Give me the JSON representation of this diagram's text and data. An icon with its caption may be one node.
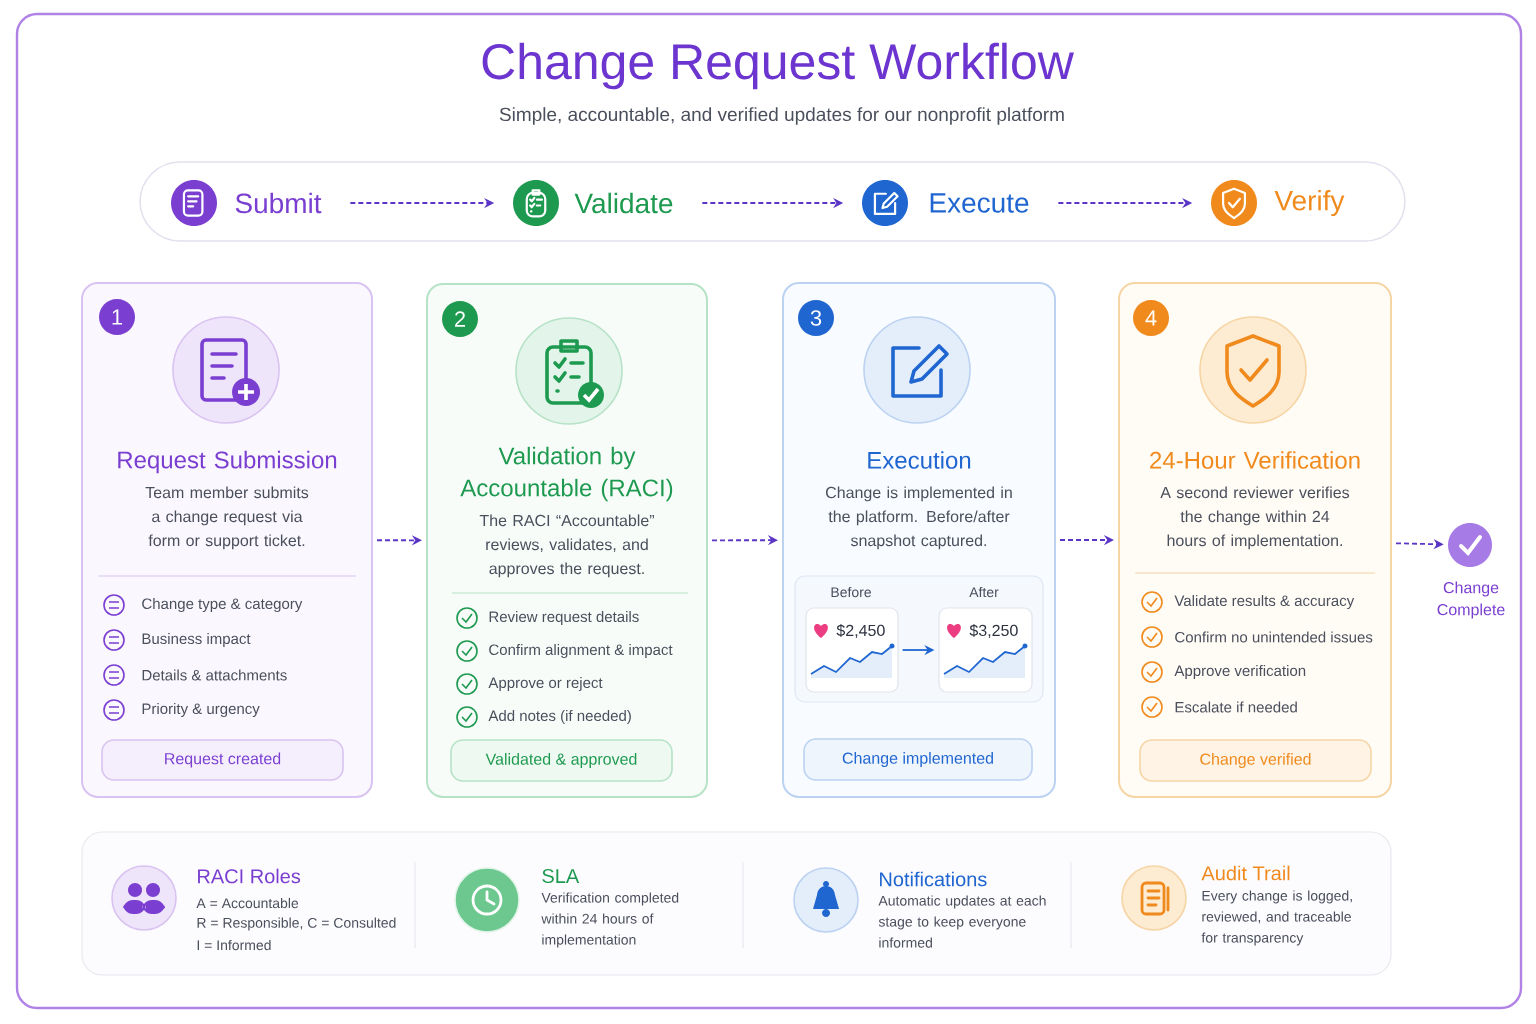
{
  "diagram": {
    "title": "Change Request Workflow",
    "nodes": [
      {
        "text": [
          "Submit"
        ]
      },
      {
        "text": [
          "Validate"
        ]
      },
      {
        "text": [
          "Execute"
        ]
      },
      {
        "text": [
          "Verify"
        ]
      },
      {
        "text": [
          "1",
          "Request Submission",
          "Team member submits a change request via form or support ticket.",
          "Change type & category",
          "Business impact",
          "Details & attachments",
          "Priority & urgency"
        ]
      },
      {
        "text": [
          "Request created"
        ],
        "in": 4
      },
      {
        "text": [
          "2",
          "Validation by Accountable (RACI)",
          "The RACI “Accountable” reviews, validates, and approves the request.",
          "Review request details",
          "Confirm alignment & impact",
          "Approve or reject",
          "Add notes (if needed)"
        ]
      },
      {
        "text": [
          "Validated & approved"
        ],
        "in": 6
      },
      {
        "text": [
          "3",
          "Execution",
          "Change is implemented in the platform. Before/after snapshot captured."
        ]
      },
      {
        "text": [
          "Before",
          "After"
        ],
        "in": 8
      },
      {
        "text": [
          "$2,450"
        ],
        "in": 9
      },
      {
        "text": [
          "$3,250"
        ],
        "in": 9
      },
      {
        "text": [
          "Change implemented"
        ],
        "in": 8
      },
      {
        "text": [
          "4",
          "24-Hour Verification",
          "A second reviewer verifies the change within 24 hours of implementation.",
          "Validate results & accuracy",
          "Confirm no unintended issues",
          "Approve verification",
          "Escalate if needed"
        ]
      },
      {
        "text": [
          "Change verified"
        ],
        "in": 13
      },
      {
        "text": [],
        "shape": "circle",
        "beside": [
          "Change Complete"
        ]
      }
    ],
    "edges": [
      {
        "from": 0,
        "to": 1,
        "arrow": "to",
        "style": "dashed"
      },
      {
        "from": 1,
        "to": 2,
        "arrow": "to",
        "style": "dashed"
      },
      {
        "from": 2,
        "to": 3,
        "arrow": "to",
        "style": "dashed"
      },
      {
        "from": 4,
        "to": 6,
        "arrow": "to",
        "style": "dashed"
      },
      {
        "from": 6,
        "to": 8,
        "arrow": "to",
        "style": "dashed"
      },
      {
        "from": 8,
        "to": 13,
        "arrow": "to",
        "style": "dashed"
      },
      {
        "from": 13,
        "to": 15,
        "arrow": "to",
        "style": "dashed"
      },
      {
        "from": 10,
        "to": 11,
        "arrow": "to",
        "color": "#1f66d1"
      }
    ],
    "labels": [
      "Simple, accountable, and verified updates for our nonprofit platform",
      "RACI Roles",
      "A = Accountable",
      "R = Responsible, C = Consulted",
      "I = Informed",
      "SLA",
      "Verification completed within 24 hours of implementation",
      "Notifications",
      "Automatic updates at each stage to keep everyone informed",
      "Audit Trail",
      "Every change is logged, reviewed, and traceable for transparency"
    ]
  }
}
